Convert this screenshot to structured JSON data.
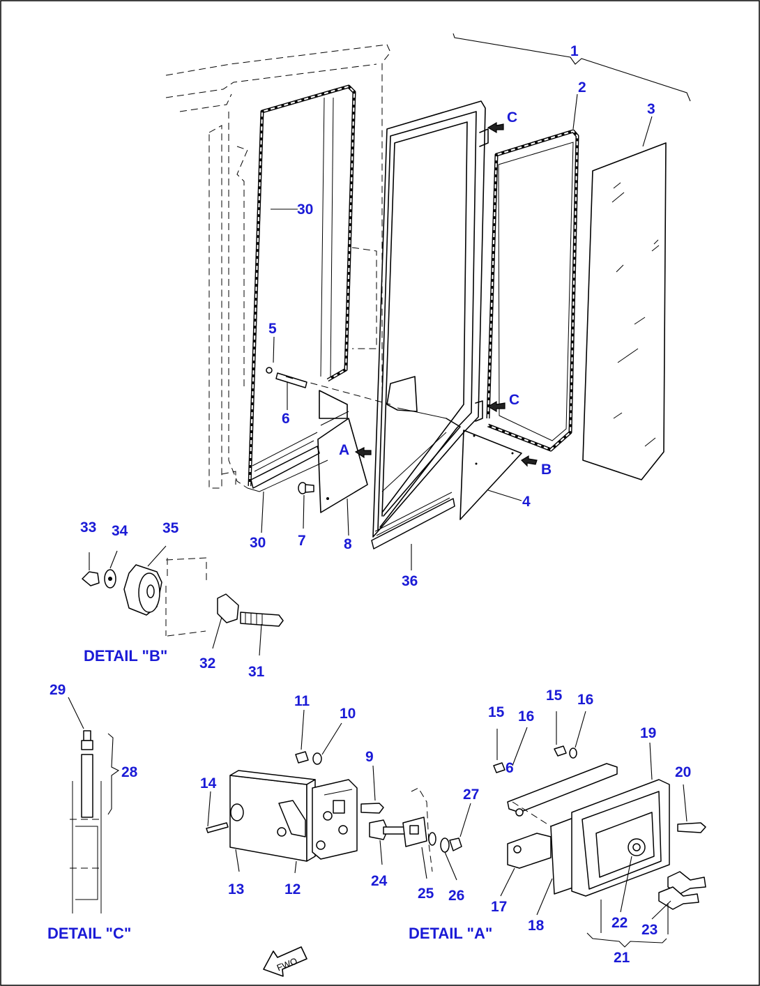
{
  "labels": [
    {
      "id": "p1",
      "text": "1"
    },
    {
      "id": "p2",
      "text": "2"
    },
    {
      "id": "p3",
      "text": "3"
    },
    {
      "id": "p4",
      "text": "4"
    },
    {
      "id": "p5",
      "text": "5"
    },
    {
      "id": "p6",
      "text": "6"
    },
    {
      "id": "p7",
      "text": "7"
    },
    {
      "id": "p8",
      "text": "8"
    },
    {
      "id": "p30a",
      "text": "30"
    },
    {
      "id": "p30b",
      "text": "30"
    },
    {
      "id": "p36",
      "text": "36"
    },
    {
      "id": "pA",
      "text": "A"
    },
    {
      "id": "pB",
      "text": "B"
    },
    {
      "id": "pC1",
      "text": "C"
    },
    {
      "id": "pC2",
      "text": "C"
    },
    {
      "id": "p33",
      "text": "33"
    },
    {
      "id": "p34",
      "text": "34"
    },
    {
      "id": "p35",
      "text": "35"
    },
    {
      "id": "p31",
      "text": "31"
    },
    {
      "id": "p32",
      "text": "32"
    },
    {
      "id": "p29",
      "text": "29"
    },
    {
      "id": "p28",
      "text": "28"
    },
    {
      "id": "p11",
      "text": "11"
    },
    {
      "id": "p10",
      "text": "10"
    },
    {
      "id": "p9",
      "text": "9"
    },
    {
      "id": "p14",
      "text": "14"
    },
    {
      "id": "p13",
      "text": "13"
    },
    {
      "id": "p12",
      "text": "12"
    },
    {
      "id": "p24",
      "text": "24"
    },
    {
      "id": "p25",
      "text": "25"
    },
    {
      "id": "p26",
      "text": "26"
    },
    {
      "id": "p27",
      "text": "27"
    },
    {
      "id": "p15a",
      "text": "15"
    },
    {
      "id": "p16a",
      "text": "16"
    },
    {
      "id": "p6b",
      "text": "6"
    },
    {
      "id": "p15b",
      "text": "15"
    },
    {
      "id": "p16b",
      "text": "16"
    },
    {
      "id": "p19",
      "text": "19"
    },
    {
      "id": "p20",
      "text": "20"
    },
    {
      "id": "p17",
      "text": "17"
    },
    {
      "id": "p18",
      "text": "18"
    },
    {
      "id": "p21",
      "text": "21"
    },
    {
      "id": "p22",
      "text": "22"
    },
    {
      "id": "p23",
      "text": "23"
    }
  ],
  "details": {
    "b": "DETAIL \"B\"",
    "c": "DETAIL \"C\"",
    "a": "DETAIL \"A\""
  },
  "fwo": "FWO",
  "label_color": "#1a1ad6"
}
